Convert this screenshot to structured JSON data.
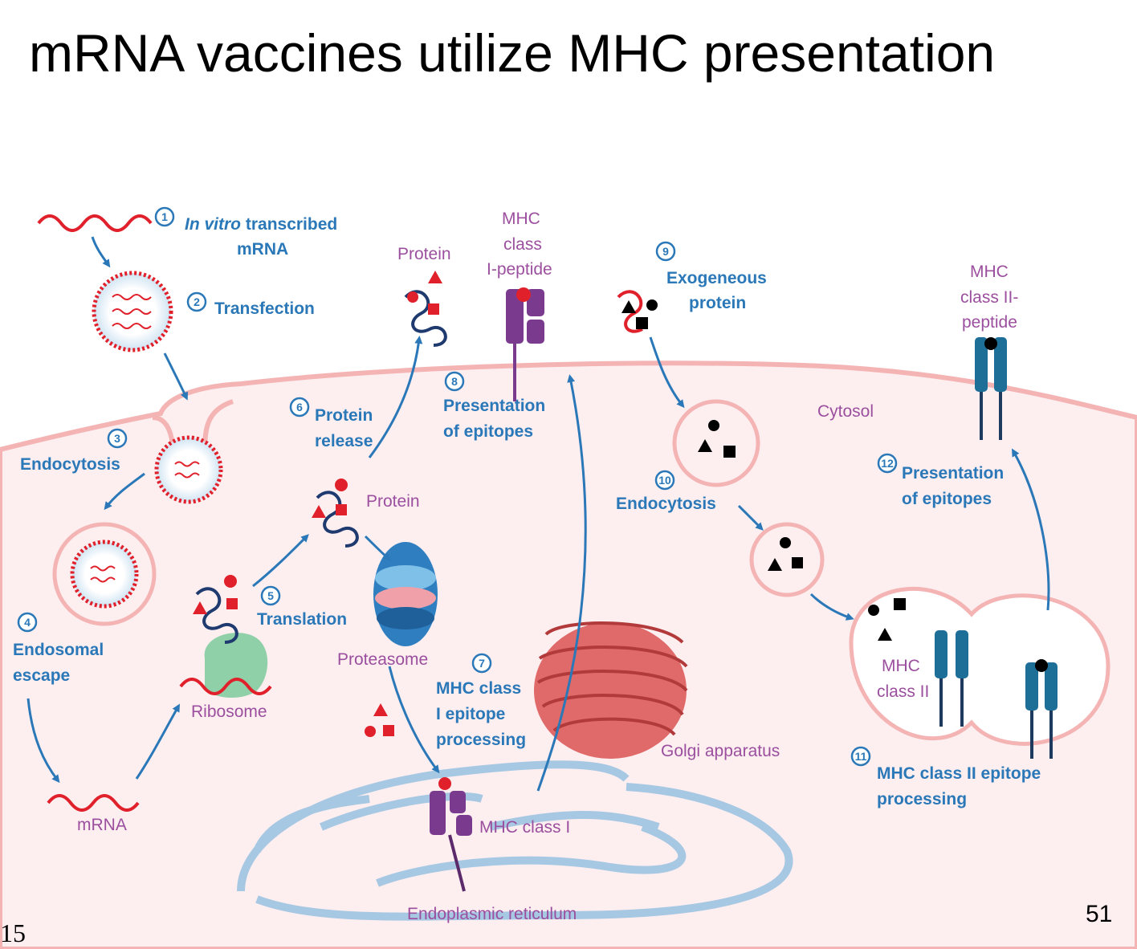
{
  "title": "mRNA vaccines utilize MHC presentation",
  "slide_number": "51",
  "corner_text": "15",
  "steps": [
    {
      "num": "1",
      "line1_italic": "In vitro",
      "line1_rest": " transcribed",
      "line2": "mRNA"
    },
    {
      "num": "2",
      "label": "Transfection"
    },
    {
      "num": "3",
      "label": "Endocytosis"
    },
    {
      "num": "4",
      "line1": "Endosomal",
      "line2": "escape"
    },
    {
      "num": "5",
      "label": "Translation"
    },
    {
      "num": "6",
      "line1": "Protein",
      "line2": "release"
    },
    {
      "num": "7",
      "line1": "MHC class",
      "line2": "I epitope",
      "line3": "processing"
    },
    {
      "num": "8",
      "line1": "Presentation",
      "line2": "of epitopes"
    },
    {
      "num": "9",
      "line1": "Exogeneous",
      "line2": "protein"
    },
    {
      "num": "10",
      "label": "Endocytosis"
    },
    {
      "num": "11",
      "line1": "MHC class II epitope",
      "line2": "processing"
    },
    {
      "num": "12",
      "line1": "Presentation",
      "line2": "of epitopes"
    }
  ],
  "labels": {
    "protein_top": "Protein",
    "mhc_class_i_peptide": [
      "MHC",
      "class",
      "I-peptide"
    ],
    "mhc_class_ii_peptide": [
      "MHC",
      "class II-",
      "peptide"
    ],
    "cytosol": "Cytosol",
    "protein_mid": "Protein",
    "proteasome": "Proteasome",
    "ribosome": "Ribosome",
    "mrna": "mRNA",
    "golgi": "Golgi apparatus",
    "mhc_class_i": "MHC class I",
    "er": "Endoplasmic reticulum",
    "mhc_class_ii": [
      "MHC",
      "class II"
    ]
  },
  "colors": {
    "membrane": "#f4b4b4",
    "cytoplasm": "#fdeef0",
    "arrow": "#2a78b8",
    "mrna": "#e0202a",
    "mhc_i": "#7a3b8f",
    "mhc_ii": "#1e6f98",
    "label_blue": "#2a78b8",
    "label_purple": "#9b4f9e"
  }
}
